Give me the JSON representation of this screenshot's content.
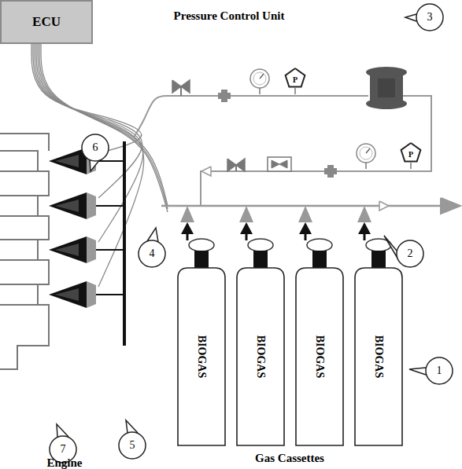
{
  "diagram": {
    "nodes": [
      {
        "text": [
          "ECU"
        ]
      },
      {
        "text": [
          "BIOGAS"
        ]
      },
      {
        "text": [
          "BIOGAS"
        ]
      },
      {
        "text": [
          "BIOGAS"
        ]
      },
      {
        "text": [
          "BIOGAS"
        ]
      }
    ],
    "labels": [
      "Pressure Control Unit",
      "1",
      "2",
      "3",
      "4",
      "5",
      "6",
      "7",
      "Engine",
      "Gas Cassettes",
      "P",
      "P"
    ]
  }
}
